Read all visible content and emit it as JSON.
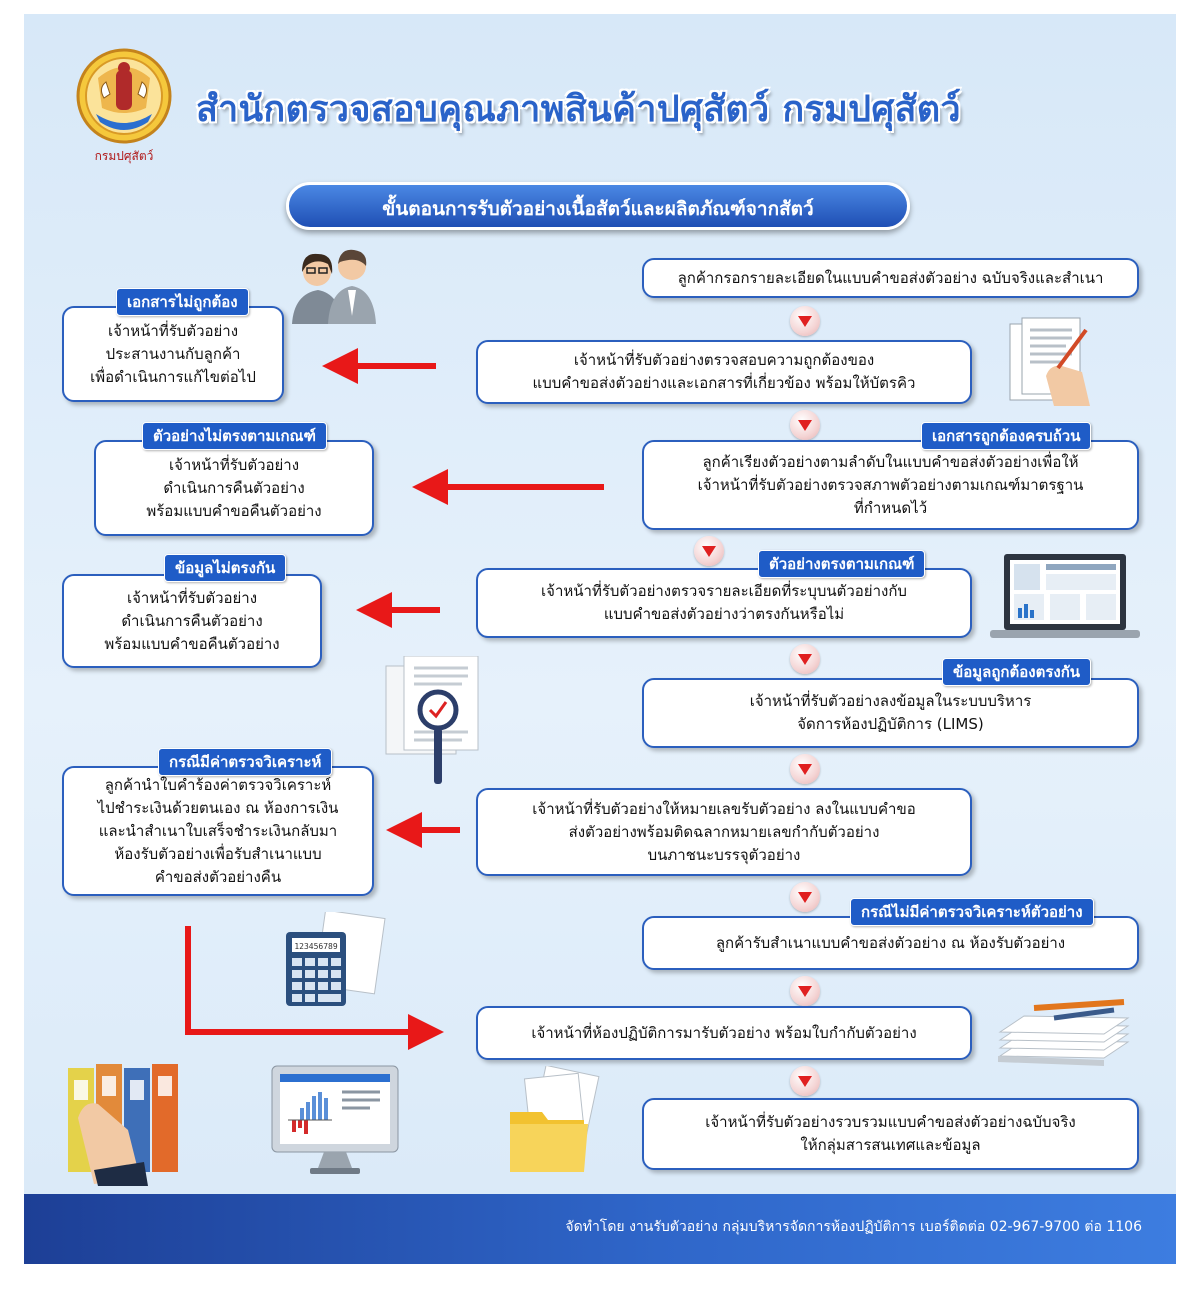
{
  "header": {
    "title": "สำนักตรวจสอบคุณภาพสินค้าปศุสัตว์ กรมปศุสัตว์",
    "logo_caption": "กรมปศุสัตว์",
    "banner": "ขั้นตอนการรับตัวอย่างเนื้อสัตว์และผลิตภัณฑ์จากสัตว์"
  },
  "steps": [
    {
      "lines": [
        "ลูกค้ากรอกรายละเอียดในแบบคำขอส่งตัวอย่าง ฉบับจริงและสำเนา"
      ]
    },
    {
      "lines": [
        "เจ้าหน้าที่รับตัวอย่างตรวจสอบความถูกต้องของ",
        "แบบคำขอส่งตัวอย่างและเอกสารที่เกี่ยวข้อง พร้อมให้บัตรคิว"
      ]
    },
    {
      "tag": "เอกสารถูกต้องครบถ้วน",
      "lines": [
        "ลูกค้าเรียงตัวอย่างตามลำดับในแบบคำขอส่งตัวอย่างเพื่อให้",
        "เจ้าหน้าที่รับตัวอย่างตรวจสภาพตัวอย่างตามเกณฑ์มาตรฐาน",
        "ที่กำหนดไว้"
      ]
    },
    {
      "tag": "ตัวอย่างตรงตามเกณฑ์",
      "lines": [
        "เจ้าหน้าที่รับตัวอย่างตรวจรายละเอียดที่ระบุบนตัวอย่างกับ",
        "แบบคำขอส่งตัวอย่างว่าตรงกันหรือไม่"
      ]
    },
    {
      "tag": "ข้อมูลถูกต้องตรงกัน",
      "lines": [
        "เจ้าหน้าที่รับตัวอย่างลงข้อมูลในระบบบริหาร",
        "จัดการห้องปฏิบัติการ (LIMS)"
      ]
    },
    {
      "lines": [
        "เจ้าหน้าที่รับตัวอย่างให้หมายเลขรับตัวอย่าง ลงในแบบคำขอ",
        "ส่งตัวอย่างพร้อมติดฉลากหมายเลขกำกับตัวอย่าง",
        "บนภาชนะบรรจุตัวอย่าง"
      ]
    },
    {
      "tag": "กรณีไม่มีค่าตรวจวิเคราะห์ตัวอย่าง",
      "lines": [
        "ลูกค้ารับสำเนาแบบคำขอส่งตัวอย่าง ณ ห้องรับตัวอย่าง"
      ]
    },
    {
      "lines": [
        "เจ้าหน้าที่ห้องปฏิบัติการมารับตัวอย่าง พร้อมใบกำกับตัวอย่าง"
      ]
    },
    {
      "lines": [
        "เจ้าหน้าที่รับตัวอย่างรวบรวมแบบคำขอส่งตัวอย่างฉบับจริง",
        "ให้กลุ่มสารสนเทศและข้อมูล"
      ]
    }
  ],
  "branches": [
    {
      "tag": "เอกสารไม่ถูกต้อง",
      "lines": [
        "เจ้าหน้าที่รับตัวอย่าง",
        "ประสานงานกับลูกค้า",
        "เพื่อดำเนินการแก้ไขต่อไป"
      ]
    },
    {
      "tag": "ตัวอย่างไม่ตรงตามเกณฑ์",
      "lines": [
        "เจ้าหน้าที่รับตัวอย่าง",
        "ดำเนินการคืนตัวอย่าง",
        "พร้อมแบบคำขอคืนตัวอย่าง"
      ]
    },
    {
      "tag": "ข้อมูลไม่ตรงกัน",
      "lines": [
        "เจ้าหน้าที่รับตัวอย่าง",
        "ดำเนินการคืนตัวอย่าง",
        "พร้อมแบบคำขอคืนตัวอย่าง"
      ]
    },
    {
      "tag": "กรณีมีค่าตรวจวิเคราะห์",
      "lines": [
        "ลูกค้านำใบคำร้องค่าตรวจวิเคราะห์",
        "ไปชำระเงินด้วยตนเอง ณ ห้องการเงิน",
        "และนำสำเนาใบเสร็จชำระเงินกลับมา",
        "ห้องรับตัวอย่างเพื่อรับสำเนาแบบ",
        "คำขอส่งตัวอย่างคืน"
      ]
    }
  ],
  "calculator_display": "123456789",
  "footer": "จัดทำโดย งานรับตัวอย่าง กลุ่มบริหารจัดการห้องปฏิบัติการ เบอร์ติดต่อ 02-967-9700 ต่อ 1106",
  "colors": {
    "primary_blue": "#1f5cc7",
    "arrow_red": "#e81818",
    "box_border": "#2b5fbe"
  }
}
